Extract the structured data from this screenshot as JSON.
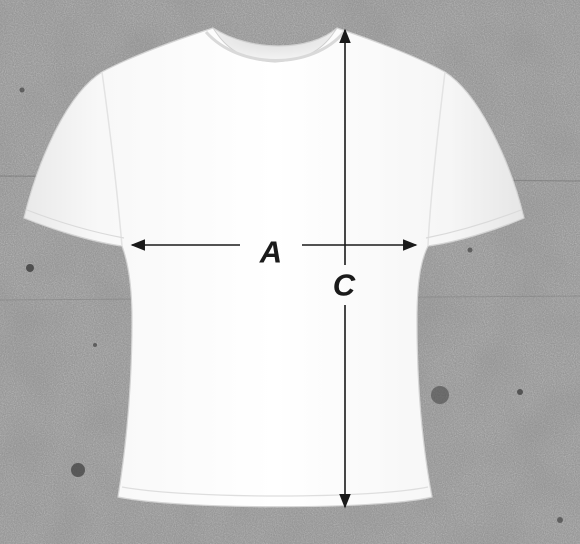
{
  "image": {
    "subject": "t-shirt-icon",
    "background": "concrete-wall-texture",
    "colors": {
      "background": "#8f8f8f",
      "shirt": "#f7f7f7",
      "lines": "#1a1a1a"
    }
  },
  "measurements": {
    "a": {
      "label": "A"
    },
    "c": {
      "label": "C"
    }
  }
}
